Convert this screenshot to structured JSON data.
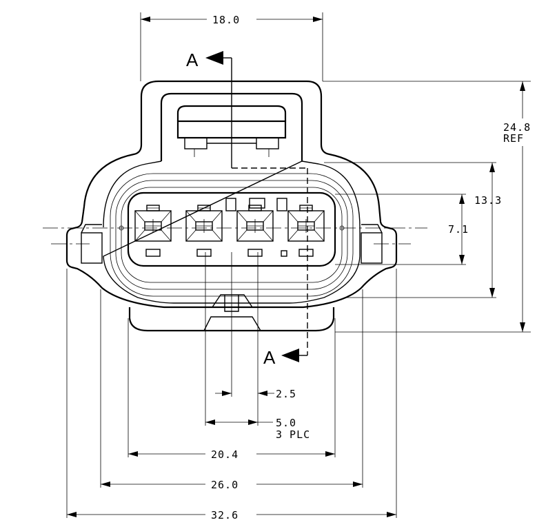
{
  "dimensions": {
    "top_width": "18.0",
    "height_ref_value": "24.8",
    "height_ref_note": "REF",
    "height_mid": "13.3",
    "height_cavity": "7.1",
    "pitch": "2.5",
    "pitch_total": "5.0",
    "pitch_note": "3 PLC",
    "width_inner": "20.4",
    "width_mid": "26.0",
    "width_overall": "32.6"
  },
  "section": {
    "top_label": "A",
    "bottom_label": "A"
  },
  "cavity_count": 4
}
